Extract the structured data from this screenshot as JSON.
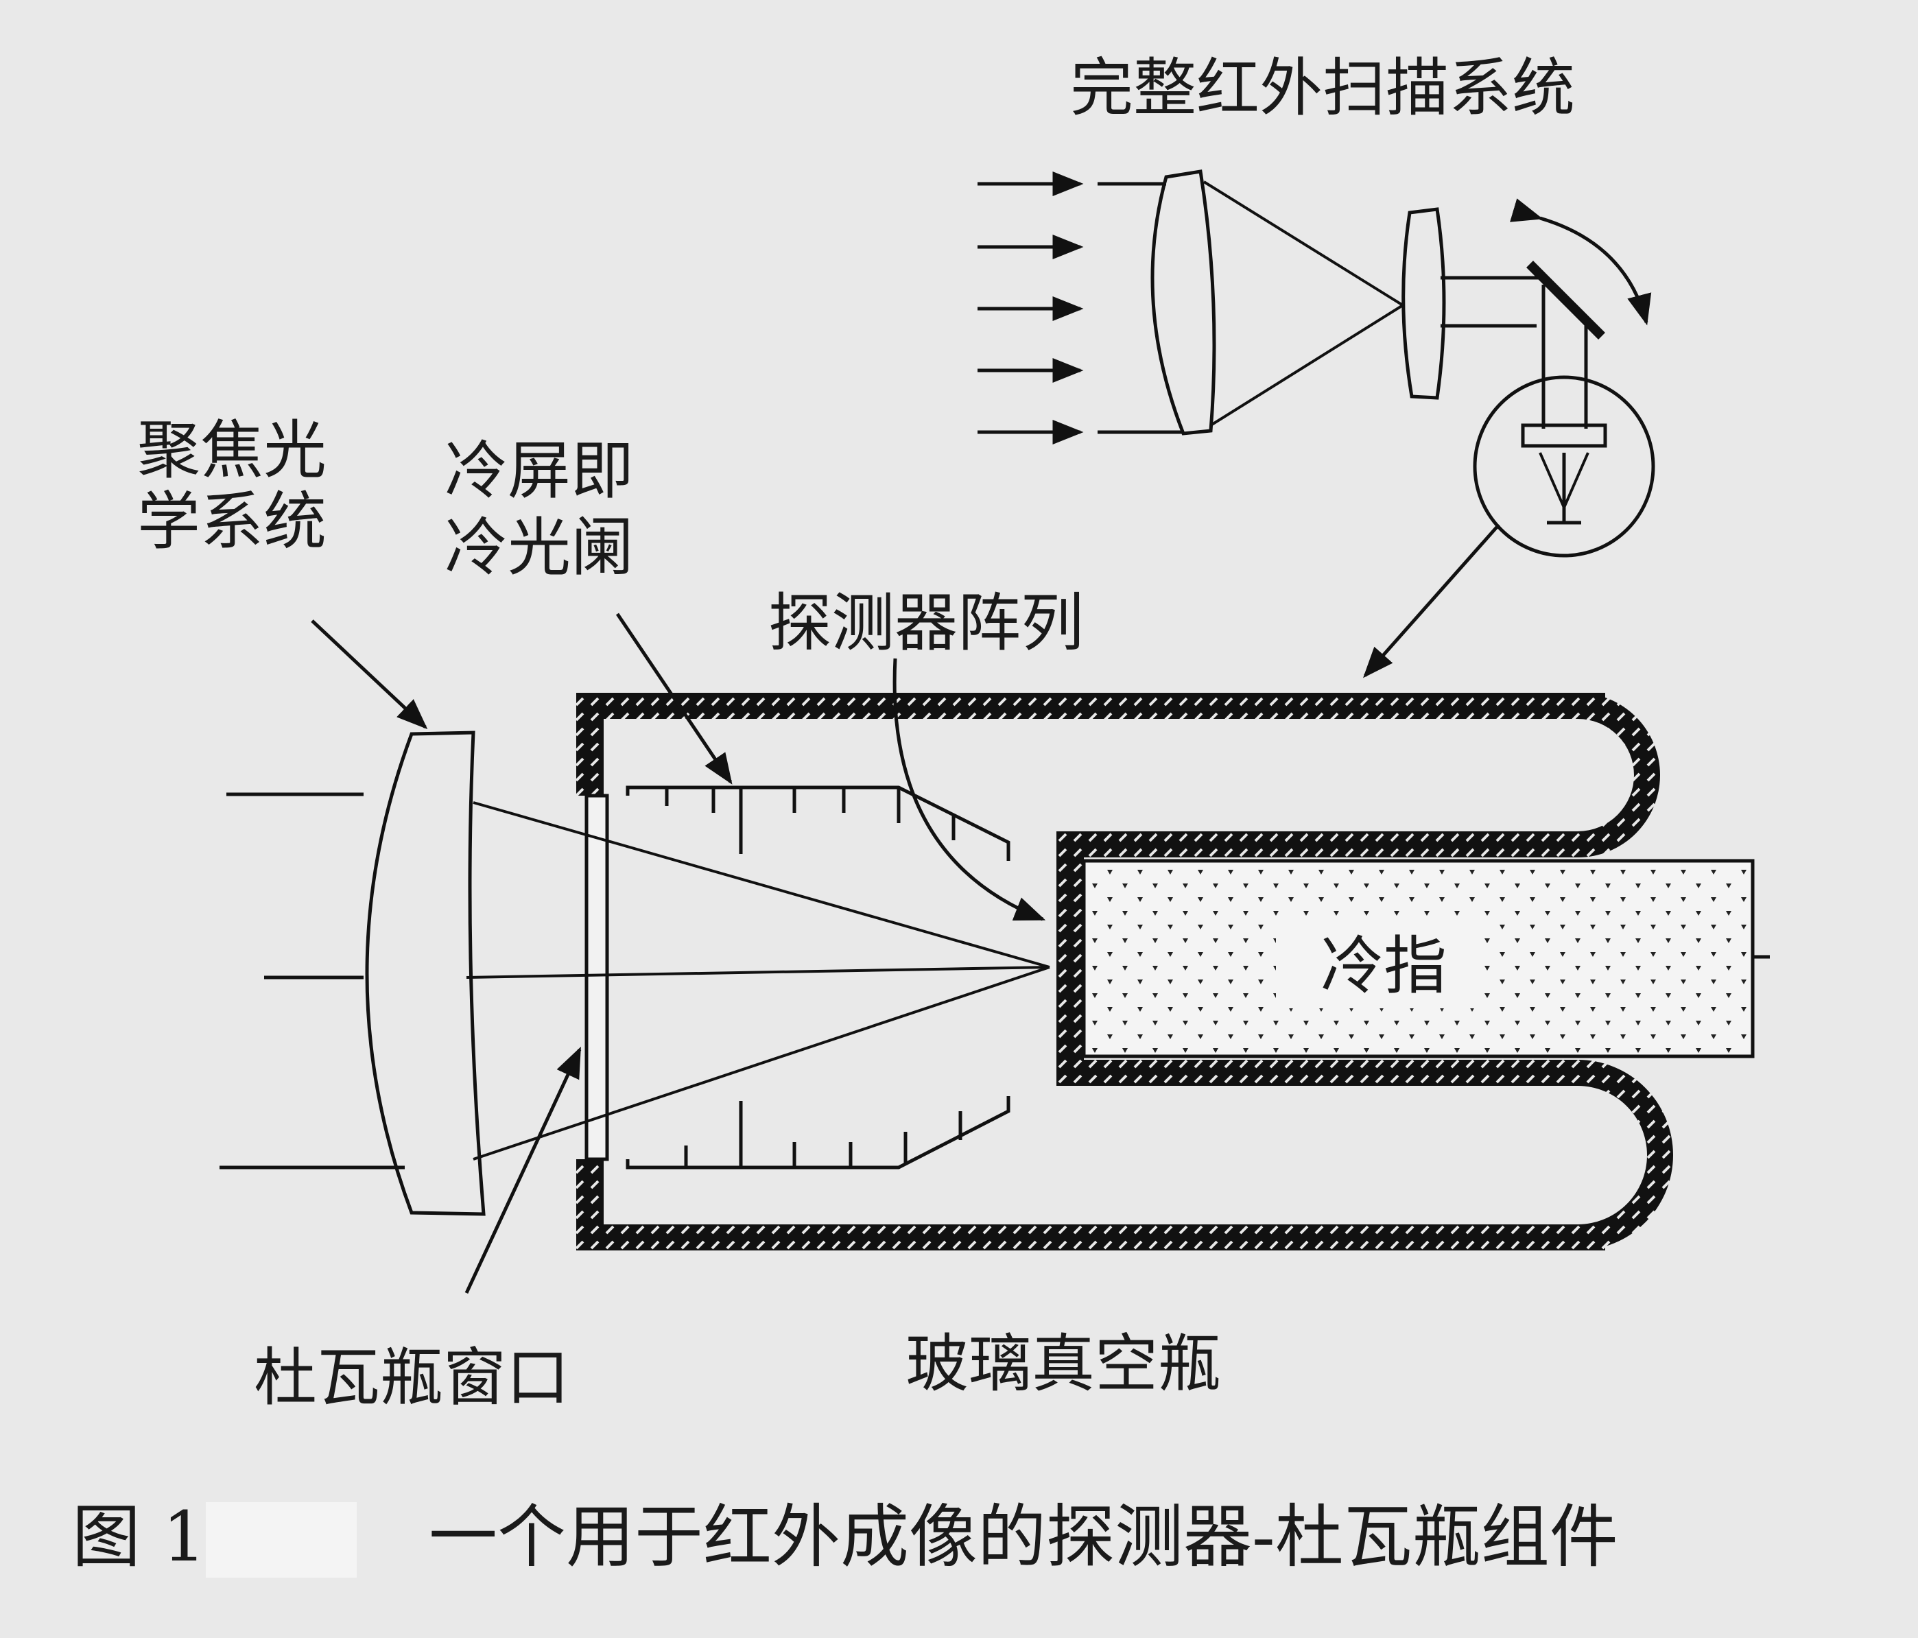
{
  "labels": {
    "scanner": "完整红外扫描系统",
    "focus_line1": "聚焦光",
    "focus_line2": "学系统",
    "coldshield_line1": "冷屏即",
    "coldshield_line2": "冷光阑",
    "detector_array": "探测器阵列",
    "cold_finger": "冷指",
    "dewar_window": "杜瓦瓶窗口",
    "glass_dewar": "玻璃真空瓶"
  },
  "caption": {
    "prefix": "图 1",
    "text": "一个用于红外成像的探测器-杜瓦瓶组件"
  },
  "colors": {
    "background": "#e9e9e9",
    "ink": "#111111",
    "glass_fill": "#f2f2f2"
  }
}
